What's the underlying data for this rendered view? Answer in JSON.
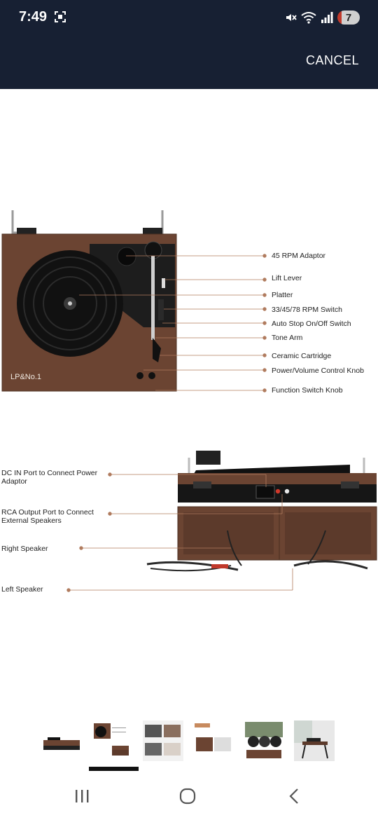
{
  "status_bar": {
    "time": "7:49",
    "battery_level": "7",
    "icons": [
      "screenshot-icon",
      "mute-icon",
      "wifi-icon",
      "signal-icon"
    ]
  },
  "header": {
    "cancel_label": "CANCEL"
  },
  "product_image": {
    "brand": "LP&No.1",
    "top_callouts": [
      "45 RPM Adaptor",
      "Lift Lever",
      "Platter",
      "33/45/78 RPM Switch",
      "Auto Stop On/Off Switch",
      "Tone Arm",
      "Ceramic Cartridge",
      "Power/Volume Control Knob",
      "Function Switch Knob"
    ],
    "bottom_callouts": [
      "DC IN Port to Connect Power Adaptor",
      "RCA Output Port to Connect External Speakers",
      "Right Speaker",
      "Left Speaker"
    ]
  },
  "thumbnails": {
    "count": 6,
    "selected_index": 1
  },
  "nav": {
    "icons": [
      "recent-apps-icon",
      "home-icon",
      "back-icon"
    ]
  },
  "colors": {
    "header_bg": "#172033",
    "wood": "#6b4432",
    "callout_line": "#b07b5e"
  }
}
